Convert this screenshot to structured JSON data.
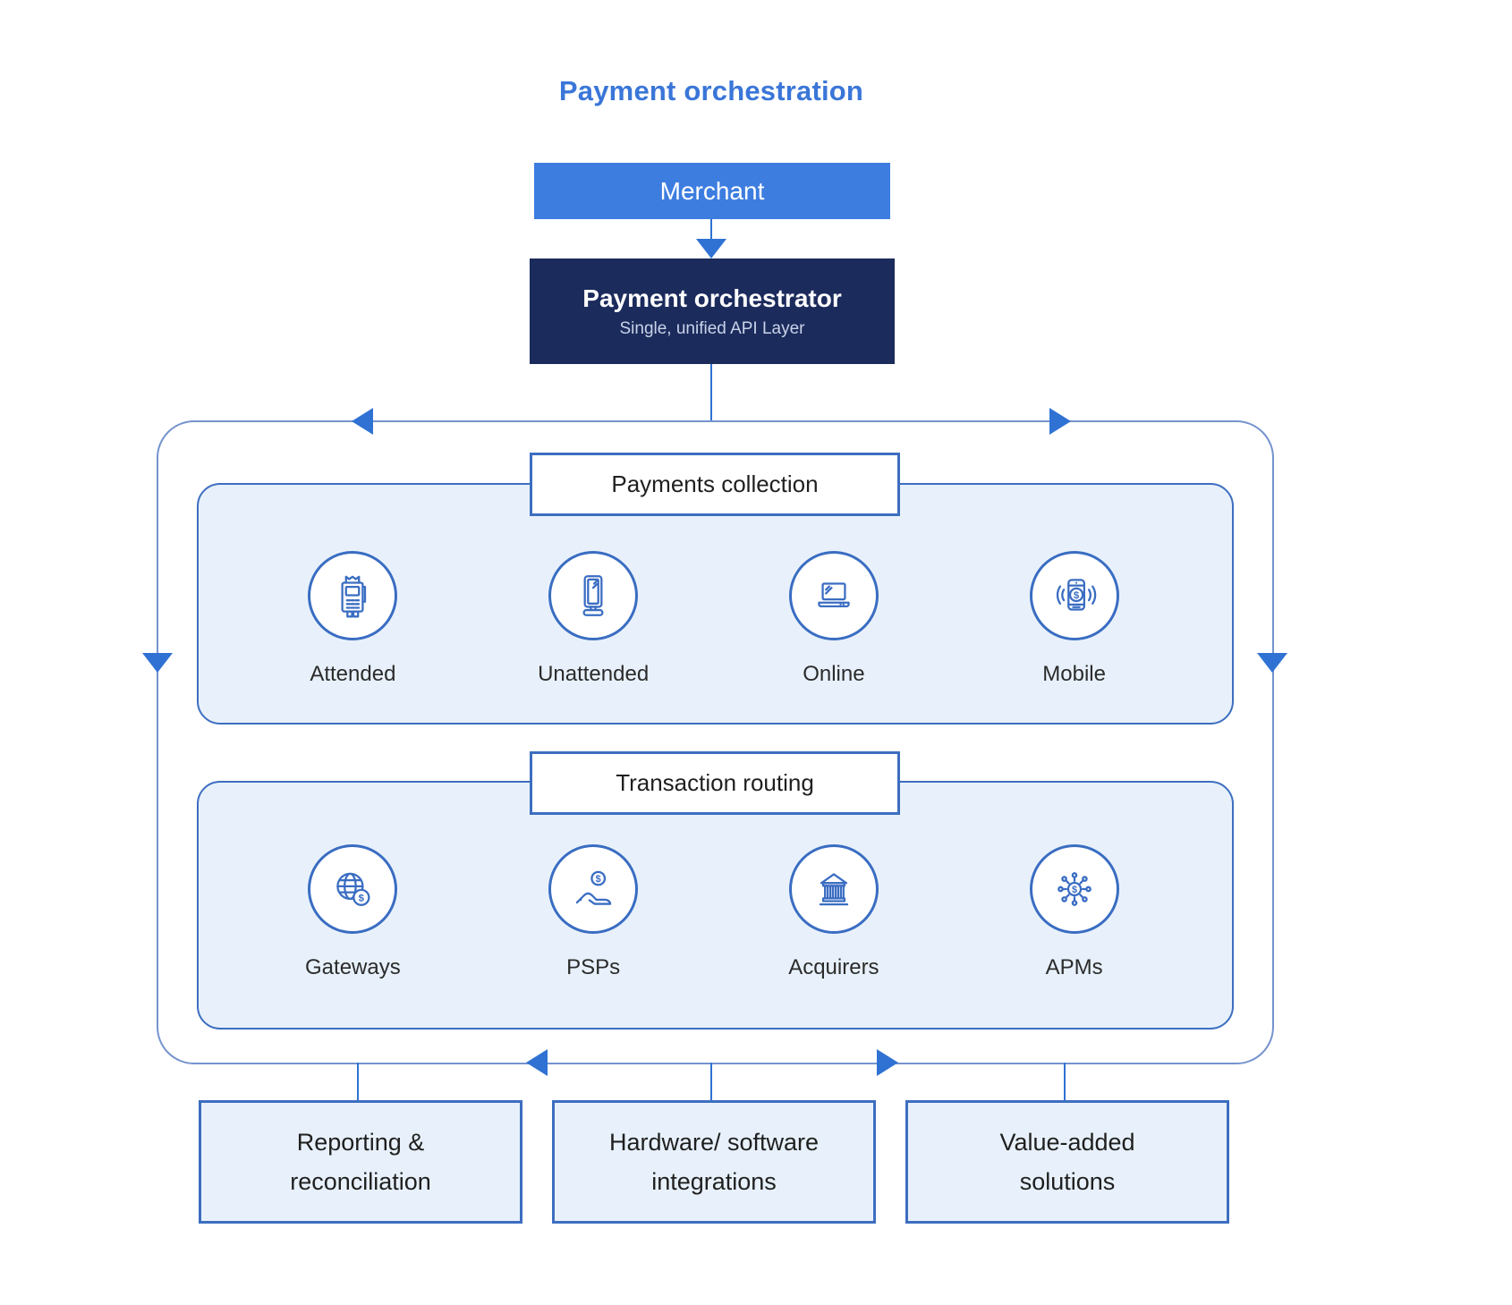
{
  "title": "Payment orchestration",
  "merchant": {
    "label": "Merchant"
  },
  "orchestrator": {
    "title": "Payment orchestrator",
    "subtitle": "Single, unified API Layer"
  },
  "sections": [
    {
      "header": "Payments collection",
      "items": [
        {
          "label": "Attended",
          "icon": "pos-terminal-icon"
        },
        {
          "label": "Unattended",
          "icon": "kiosk-icon"
        },
        {
          "label": "Online",
          "icon": "laptop-icon"
        },
        {
          "label": "Mobile",
          "icon": "mobile-payment-icon"
        }
      ]
    },
    {
      "header": "Transaction routing",
      "items": [
        {
          "label": "Gateways",
          "icon": "globe-dollar-icon"
        },
        {
          "label": "PSPs",
          "icon": "hand-dollar-icon"
        },
        {
          "label": "Acquirers",
          "icon": "bank-icon"
        },
        {
          "label": "APMs",
          "icon": "network-dollar-icon"
        }
      ]
    }
  ],
  "bottom_boxes": [
    {
      "label": "Reporting &\nreconciliation"
    },
    {
      "label": "Hardware/ software\nintegrations"
    },
    {
      "label": "Value-added\nsolutions"
    }
  ],
  "colors": {
    "title_blue": "#3A76D8",
    "merchant_blue": "#3D7DE0",
    "orchestrator_navy": "#1B2B5C",
    "accent_blue": "#2F72D3",
    "section_fill": "#E8F1FB",
    "border_blue": "#3D6EC0",
    "icon_blue": "#3A6DC2"
  }
}
